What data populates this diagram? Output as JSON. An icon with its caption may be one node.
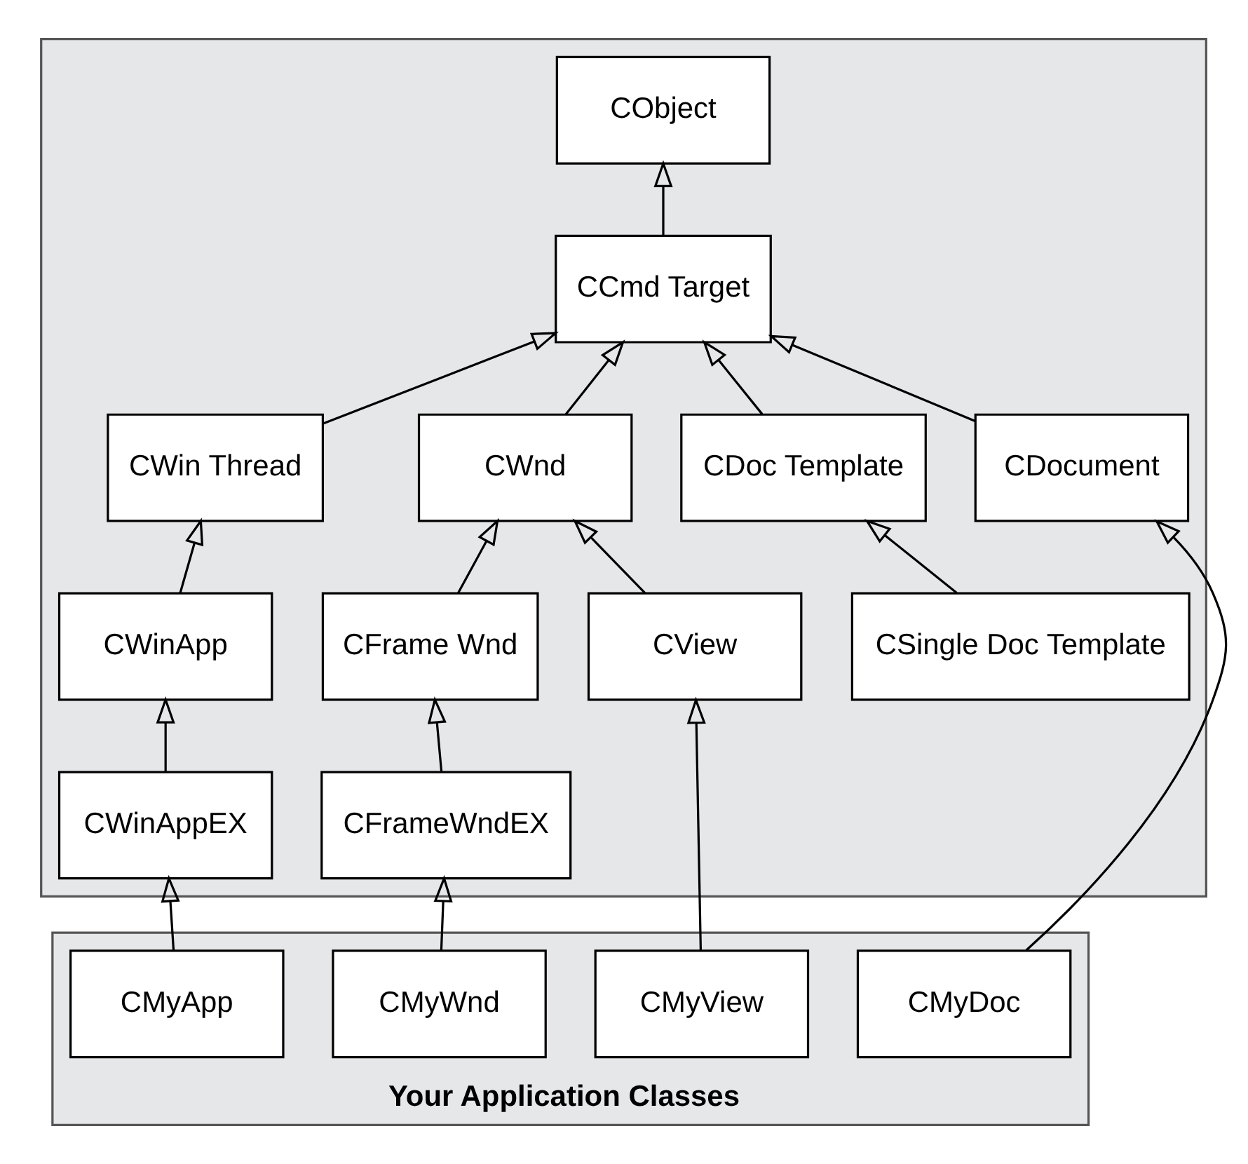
{
  "diagram": {
    "nodes": [
      {
        "text": [],
        "shape": "box"
      },
      {
        "text": [
          "CObject"
        ],
        "in": 0
      },
      {
        "text": [
          "CCmd Target"
        ],
        "in": 0
      },
      {
        "text": [
          "CWin Thread"
        ],
        "in": 0
      },
      {
        "text": [
          "CWnd"
        ],
        "in": 0
      },
      {
        "text": [
          "CDoc Template"
        ],
        "in": 0
      },
      {
        "text": [
          "CDocument"
        ],
        "in": 0
      },
      {
        "text": [
          "CWinApp"
        ],
        "in": 0
      },
      {
        "text": [
          "CFrame Wnd"
        ],
        "in": 0
      },
      {
        "text": [
          "CView"
        ],
        "in": 0
      },
      {
        "text": [
          "CSingle Doc Template"
        ],
        "in": 0
      },
      {
        "text": [
          "CWinAppEX"
        ],
        "in": 0
      },
      {
        "text": [
          "CFrameWndEX"
        ],
        "in": 0
      },
      {
        "text": [
          "Your Application Classes"
        ]
      },
      {
        "text": [
          "CMyApp"
        ],
        "in": 13
      },
      {
        "text": [
          "CMyWnd"
        ],
        "in": 13
      },
      {
        "text": [
          "CMyView"
        ],
        "in": 13
      },
      {
        "text": [
          "CMyDoc"
        ],
        "in": 13
      }
    ],
    "edges": [
      {
        "from": 2,
        "to": 1,
        "arrow": "to"
      },
      {
        "from": 3,
        "to": 2,
        "arrow": "to"
      },
      {
        "from": 4,
        "to": 2,
        "arrow": "to"
      },
      {
        "from": 5,
        "to": 2,
        "arrow": "to"
      },
      {
        "from": 6,
        "to": 2,
        "arrow": "to"
      },
      {
        "from": 7,
        "to": 3,
        "arrow": "to"
      },
      {
        "from": 8,
        "to": 4,
        "arrow": "to"
      },
      {
        "from": 9,
        "to": 4,
        "arrow": "to"
      },
      {
        "from": 10,
        "to": 5,
        "arrow": "to"
      },
      {
        "from": 11,
        "to": 7,
        "arrow": "to"
      },
      {
        "from": 12,
        "to": 8,
        "arrow": "to"
      },
      {
        "from": 14,
        "to": 11,
        "arrow": "to"
      },
      {
        "from": 15,
        "to": 12,
        "arrow": "to"
      },
      {
        "from": 16,
        "to": 9,
        "arrow": "to"
      },
      {
        "from": 17,
        "to": 6,
        "arrow": "to"
      }
    ]
  }
}
